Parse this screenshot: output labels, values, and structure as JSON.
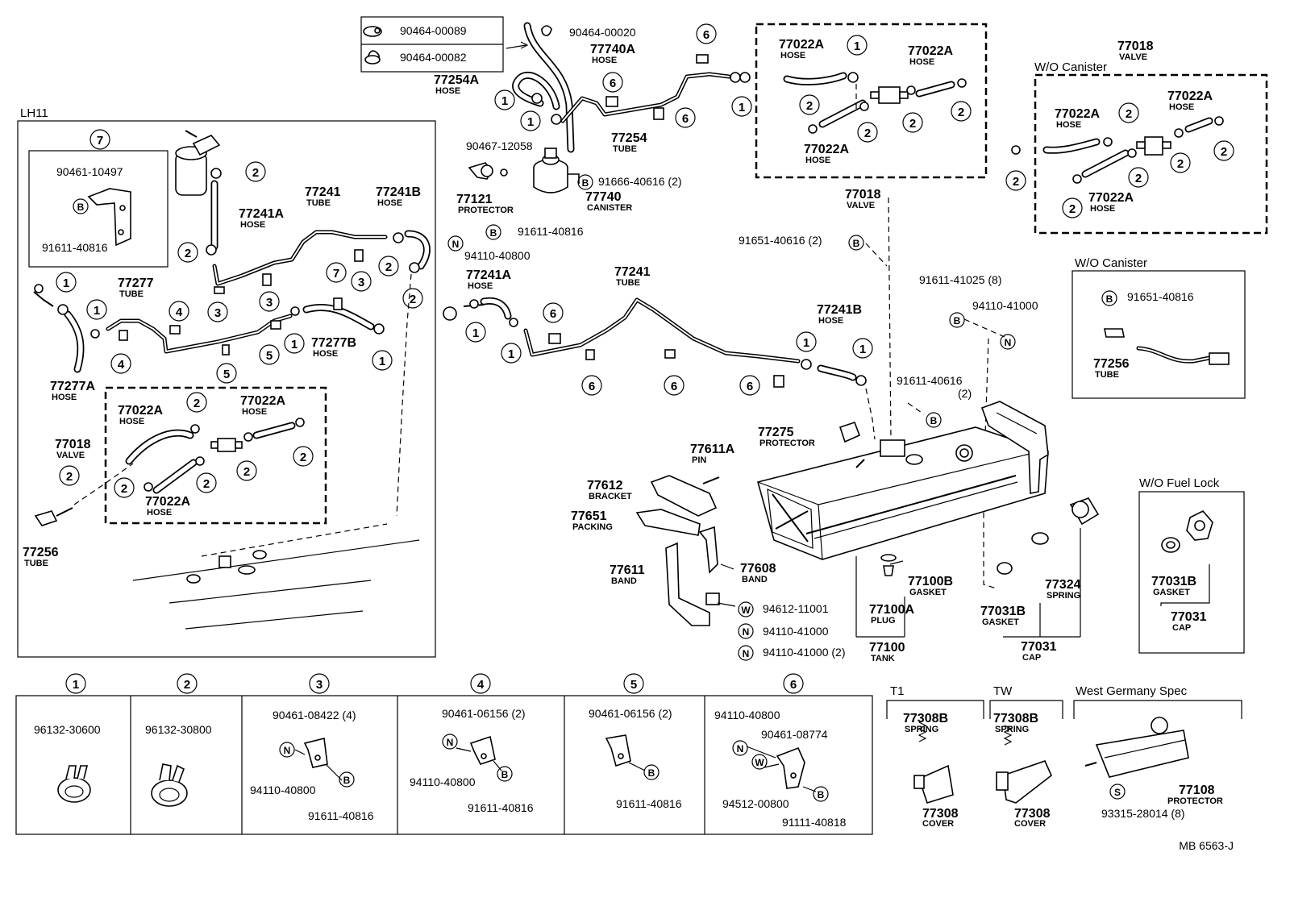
{
  "regions": {
    "lh11": "LH11",
    "wo_canister_top": "W/O  Canister",
    "wo_canister": "W/O Canister",
    "wo_fuel_lock": "W/O Fuel Lock",
    "t1": "T1",
    "tw": "TW",
    "west_germany": "West Germany Spec"
  },
  "diagram_code": "MB  6563-J",
  "labels": [
    {
      "id": "a01",
      "num": "90464-00089"
    },
    {
      "id": "a02",
      "num": "90464-00082"
    },
    {
      "id": "a03",
      "num": "90464-00020"
    },
    {
      "id": "a04",
      "num": "77740A",
      "sub": "HOSE"
    },
    {
      "id": "a05",
      "num": "77254A",
      "sub": "HOSE"
    },
    {
      "id": "a06",
      "num": "77254",
      "sub": "TUBE"
    },
    {
      "id": "a07",
      "num": "90467-12058"
    },
    {
      "id": "a08",
      "num": "91666-40616 (2)"
    },
    {
      "id": "a09",
      "num": "77121",
      "sub": "PROTECTOR"
    },
    {
      "id": "a10",
      "num": "77740",
      "sub": "CANISTER"
    },
    {
      "id": "a11",
      "num": "91611-40816"
    },
    {
      "id": "a12",
      "num": "94110-40800"
    },
    {
      "id": "a13",
      "num": "77022A",
      "sub": "HOSE"
    },
    {
      "id": "a14",
      "num": "77022A",
      "sub": "HOSE"
    },
    {
      "id": "a15",
      "num": "77022A",
      "sub": "HOSE"
    },
    {
      "id": "a16",
      "num": "77018",
      "sub": "VALVE"
    },
    {
      "id": "a17",
      "num": "77018",
      "sub": "VALVE"
    },
    {
      "id": "a18",
      "num": "77022A",
      "sub": "HOSE"
    },
    {
      "id": "a19",
      "num": "77022A",
      "sub": "HOSE"
    },
    {
      "id": "a20",
      "num": "77022A",
      "sub": "HOSE"
    },
    {
      "id": "a21",
      "num": "91651-40616 (2)"
    },
    {
      "id": "a22",
      "num": "91611-41025 (8)"
    },
    {
      "id": "a23",
      "num": "94110-41000"
    },
    {
      "id": "a24",
      "num": "91651-40816"
    },
    {
      "id": "a25",
      "num": "77256",
      "sub": "TUBE"
    },
    {
      "id": "a26",
      "num": "90461-10497"
    },
    {
      "id": "a27",
      "num": "91611-40816"
    },
    {
      "id": "a28",
      "num": "77241",
      "sub": "TUBE"
    },
    {
      "id": "a29",
      "num": "77241B",
      "sub": "HOSE"
    },
    {
      "id": "a30",
      "num": "77241A",
      "sub": "HOSE"
    },
    {
      "id": "a31",
      "num": "77277",
      "sub": "TUBE"
    },
    {
      "id": "a32",
      "num": "77277B",
      "sub": "HOSE"
    },
    {
      "id": "a33",
      "num": "77277A",
      "sub": "HOSE"
    },
    {
      "id": "a34",
      "num": "77022A",
      "sub": "HOSE"
    },
    {
      "id": "a35",
      "num": "77022A",
      "sub": "HOSE"
    },
    {
      "id": "a36",
      "num": "77022A",
      "sub": "HOSE"
    },
    {
      "id": "a37",
      "num": "77018",
      "sub": "VALVE"
    },
    {
      "id": "a38",
      "num": "77256",
      "sub": "TUBE"
    },
    {
      "id": "a39",
      "num": "77241A",
      "sub": "HOSE"
    },
    {
      "id": "a40",
      "num": "77241",
      "sub": "TUBE"
    },
    {
      "id": "a41",
      "num": "77241B",
      "sub": "HOSE"
    },
    {
      "id": "a42",
      "num": "91611-40616",
      "sub2": "(2)"
    },
    {
      "id": "a43",
      "num": "77275",
      "sub": "PROTECTOR"
    },
    {
      "id": "a44",
      "num": "77611A",
      "sub": "PIN"
    },
    {
      "id": "a45",
      "num": "77612",
      "sub": "BRACKET"
    },
    {
      "id": "a46",
      "num": "77651",
      "sub": "PACKING"
    },
    {
      "id": "a47",
      "num": "77611",
      "sub": "BAND"
    },
    {
      "id": "a48",
      "num": "77608",
      "sub": "BAND"
    },
    {
      "id": "a49",
      "num": "94612-11001"
    },
    {
      "id": "a50",
      "num": "94110-41000"
    },
    {
      "id": "a51",
      "num": "94110-41000 (2)"
    },
    {
      "id": "a52",
      "num": "77100B",
      "sub": "GASKET"
    },
    {
      "id": "a53",
      "num": "77100A",
      "sub": "PLUG"
    },
    {
      "id": "a54",
      "num": "77100",
      "sub": "TANK"
    },
    {
      "id": "a55",
      "num": "77324",
      "sub": "SPRING"
    },
    {
      "id": "a56",
      "num": "77031B",
      "sub": "GASKET"
    },
    {
      "id": "a57",
      "num": "77031",
      "sub": "CAP"
    },
    {
      "id": "a58",
      "num": "77031B",
      "sub": "GASKET"
    },
    {
      "id": "a59",
      "num": "77031",
      "sub": "CAP"
    }
  ],
  "legend": [
    {
      "n": "1",
      "parts": [
        "96132-30600"
      ]
    },
    {
      "n": "2",
      "parts": [
        "96132-30800"
      ]
    },
    {
      "n": "3",
      "parts": [
        "90461-08422 (4)",
        "94110-40800",
        "91611-40816"
      ]
    },
    {
      "n": "4",
      "parts": [
        "90461-06156 (2)",
        "94110-40800",
        "91611-40816"
      ]
    },
    {
      "n": "5",
      "parts": [
        "90461-06156 (2)",
        "91611-40816"
      ]
    },
    {
      "n": "6",
      "parts": [
        "94110-40800",
        "90461-08774",
        "94512-00800",
        "91111-40818"
      ]
    }
  ],
  "variants": {
    "t1": {
      "spring": "77308B",
      "spring_sub": "SPRING",
      "cover": "77308",
      "cover_sub": "COVER"
    },
    "tw": {
      "spring": "77308B",
      "spring_sub": "SPRING",
      "cover": "77308",
      "cover_sub": "COVER"
    },
    "wg": {
      "protector": "77108",
      "protector_sub": "PROTECTOR",
      "screw": "93315-28014 (8)"
    }
  },
  "symbols": {
    "b": "B",
    "n": "N",
    "w": "W",
    "s": "S"
  }
}
